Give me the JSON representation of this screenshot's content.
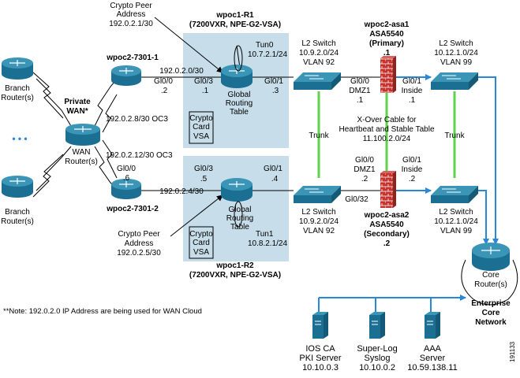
{
  "colors": {
    "vsa_box": "#c7dde9",
    "device": "#1a6f93",
    "device_top": "#3a95b6",
    "trunk": "#5fd14b",
    "blue_link": "#2a86d6",
    "firewall": "#c4342f"
  },
  "labels": {
    "crypto_peer_top_1": "Crypto Peer",
    "crypto_peer_top_2": "Address",
    "crypto_peer_top_3": "192.0.2.1/30",
    "r1_name": "wpoc1-R1",
    "r1_model": "(7200VXR, NPE-G2-VSA)",
    "r1_tun0": "Tun0",
    "r1_tun0_ip": "10.7.2.1/24",
    "r1_glo3": "Gl0/3",
    "r1_glo3_ip": ".1",
    "r1_glo1": "Gl0/1",
    "r1_glo1_ip": ".3",
    "r1_grt_1": "Global",
    "r1_grt_2": "Routing",
    "r1_grt_3": "Table",
    "vsa_1": "Crypto",
    "vsa_2": "Card",
    "vsa_3": "VSA",
    "r7301_1": "wpoc2-7301-1",
    "r7301_1_net": "192.0.2.0/30",
    "r7301_1_glo0": "Gl0/0",
    "r7301_1_ip": ".2",
    "branch_top_1": "Branch",
    "branch_top_2": "Router(s)",
    "dots": "• • •",
    "private_wan_1": "Private",
    "private_wan_2": "WAN*",
    "wan_router_1": "WAN",
    "wan_router_2": "Router(s)",
    "oc3_top": "192.0.2.8/30 OC3",
    "oc3_bottom": "192.0.2.12/30 OC3",
    "branch_bottom_1": "Branch",
    "branch_bottom_2": "Router(s)",
    "r7301_2_glo0": "Gl0/0",
    "r7301_2_ip": ".6",
    "r7301_2": "wpoc2-7301-2",
    "r7301_2_net": "192.0.2.4/30",
    "r2_glo3": "Gl0/3",
    "r2_glo3_ip": ".5",
    "r2_glo1": "Gl0/1",
    "r2_glo1_ip": ".4",
    "r2_grt_1": "Global",
    "r2_grt_2": "Routing",
    "r2_grt_3": "Table",
    "r2_tun1": "Tun1",
    "r2_tun1_ip": "10.8.2.1/24",
    "crypto_peer_bot_1": "Crypto Peer",
    "crypto_peer_bot_2": "Address",
    "crypto_peer_bot_3": "192.0.2.5/30",
    "r2_name": "wpoc1-R2",
    "r2_model": "(7200VXR, NPE-G2-VSA)",
    "sw1_1": "L2 Switch",
    "sw1_2": "10.9.2.0/24",
    "sw1_3": "VLAN 92",
    "sw2_1": "L2 Switch",
    "sw2_2": "10.9.2.0/24",
    "sw2_3": "VLAN 92",
    "asa1_name": "wpoc2-asa1",
    "asa1_model": "ASA5540",
    "asa1_role": "(Primary)",
    "asa1_ip": ".1",
    "asa1_g0_1": "Gl0/0",
    "asa1_g0_2": "DMZ1",
    "asa1_g0_3": ".1",
    "asa1_g1_1": "Gl0/1",
    "asa1_g1_2": "Inside",
    "asa1_g1_3": ".1",
    "xover_1": "X-Over Cable for",
    "xover_2": "Heartbeat and Stable Table",
    "xover_3": "11.100.2.0/24",
    "trunk_left": "Trunk",
    "trunk_right": "Trunk",
    "asa2_g0_1": "Gl0/0",
    "asa2_g0_2": "DMZ1",
    "asa2_g0_3": ".2",
    "asa2_g1_1": "Gl0/1",
    "asa2_g1_2": "Inside",
    "asa2_g1_3": ".2",
    "asa2_g32": "Gl0/32",
    "asa2_name": "wpoc2-asa2",
    "asa2_model": "ASA5540",
    "asa2_role": "(Secondary)",
    "asa2_ip": ".2",
    "sw3_1": "L2 Switch",
    "sw3_2": "10.12.1.0/24",
    "sw3_3": "VLAN 99",
    "sw4_1": "L2 Switch",
    "sw4_2": "10.12.1.0/24",
    "sw4_3": "VLAN 99",
    "core_1": "Core",
    "core_2": "Router(s)",
    "enterprise_1": "Enterprise",
    "enterprise_2": "Core",
    "enterprise_3": "Network",
    "note": "**Note: 192.0.2.0 IP Address are being used for WAN Cloud",
    "server1_1": "IOS CA",
    "server1_2": "PKI Server",
    "server1_3": "10.10.0.3",
    "server2_1": "Super-Log",
    "server2_2": "Syslog",
    "server2_3": "10.10.0.2",
    "server3_1": "AAA",
    "server3_2": "Server",
    "server3_3": "10.59.138.11",
    "fig_id": "191133"
  }
}
